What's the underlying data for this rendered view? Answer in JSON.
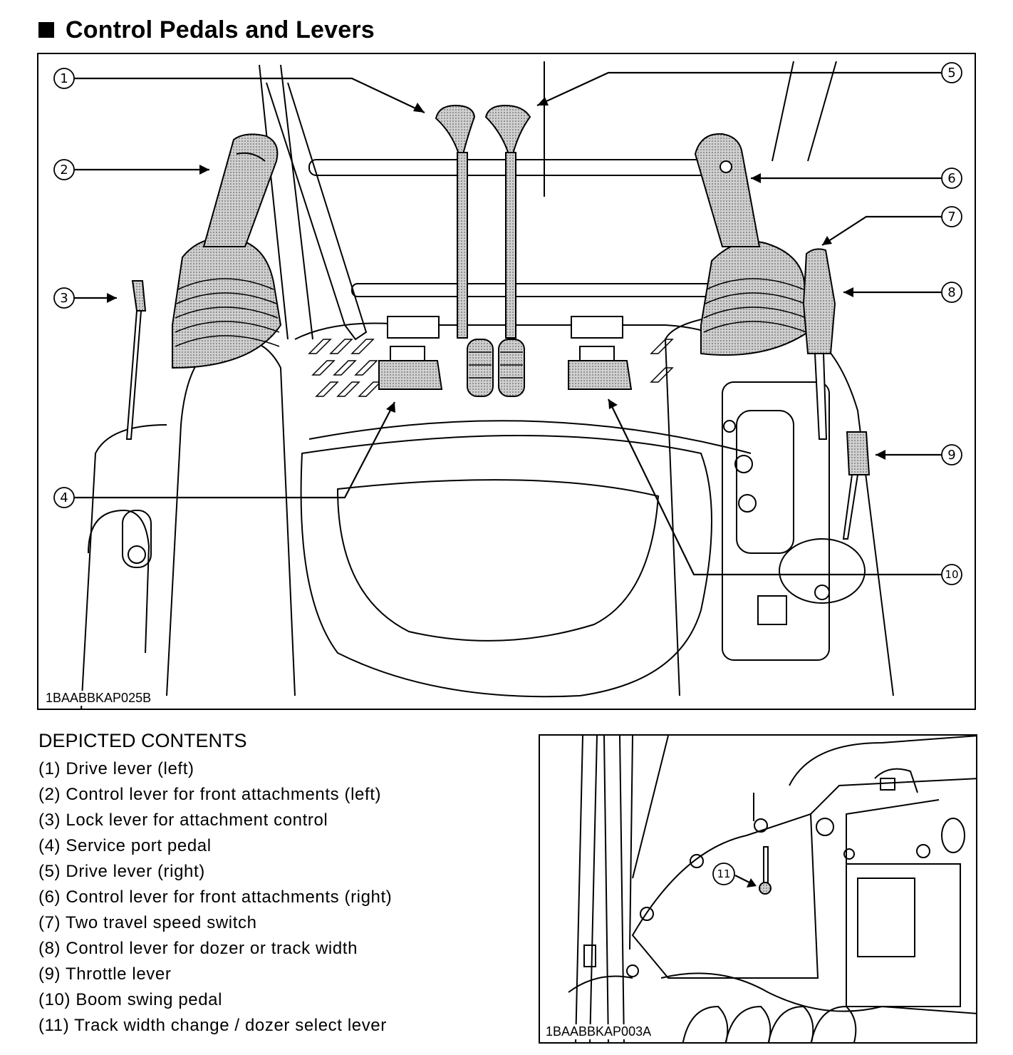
{
  "page": {
    "title": "Control Pedals and Levers"
  },
  "figures": {
    "main": {
      "code": "1BAABBKAP025B",
      "callouts": [
        "①",
        "②",
        "③",
        "④",
        "⑤",
        "⑥",
        "⑦",
        "⑧",
        "⑨",
        "⑩"
      ]
    },
    "inset": {
      "code": "1BAABBKAP003A",
      "callouts": [
        "⑪"
      ]
    }
  },
  "contents": {
    "heading": "DEPICTED CONTENTS",
    "items": [
      "(1)  Drive lever (left)",
      "(2)  Control lever for front attachments (left)",
      "(3)  Lock lever for attachment control",
      "(4)  Service port pedal",
      "(5)  Drive lever (right)",
      "(6)  Control lever for front attachments (right)",
      "(7)  Two travel speed switch",
      "(8)  Control lever for dozer or track width",
      "(9)  Throttle lever",
      "(10) Boom swing pedal",
      "(11) Track width change / dozer select lever"
    ]
  },
  "colors": {
    "ink": "#000000",
    "shade": "#b8b8b8",
    "paper": "#ffffff"
  }
}
